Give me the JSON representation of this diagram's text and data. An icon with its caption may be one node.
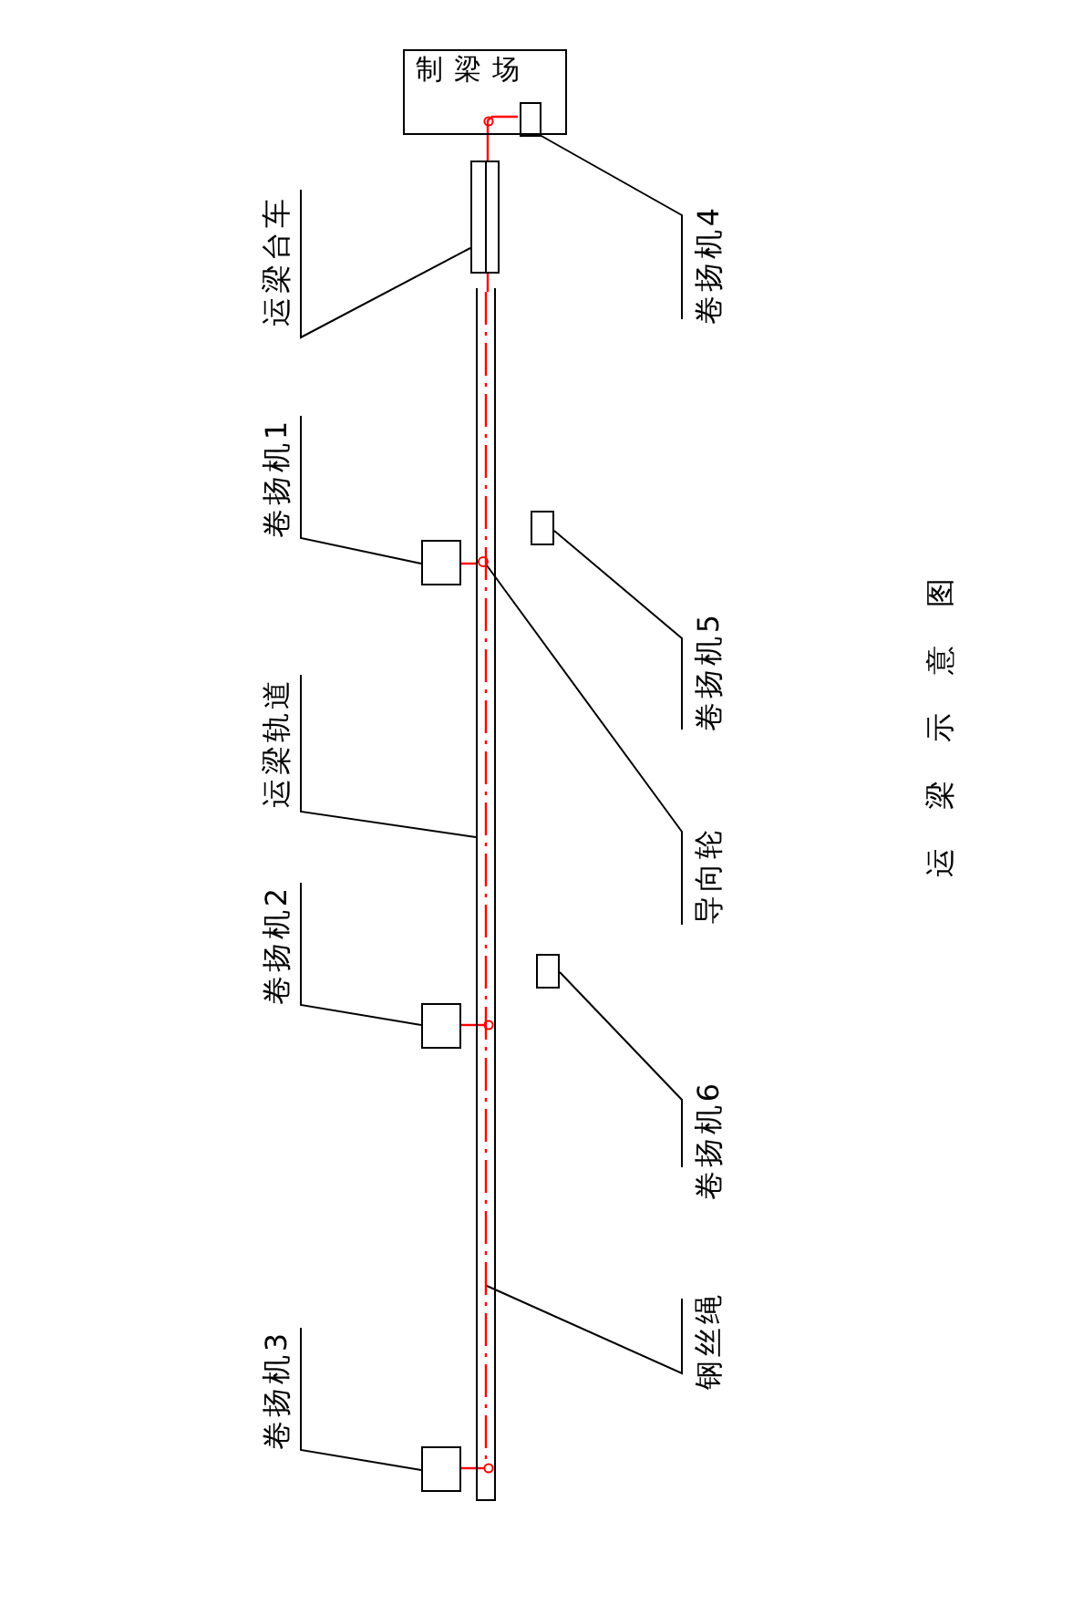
{
  "diagram": {
    "title": "运梁示意图",
    "nodes": [
      {
        "text": [
          "制梁场"
        ]
      },
      {
        "text": [],
        "shape": "box",
        "in": 0
      },
      {
        "text": [
          "卷扬机4"
        ]
      },
      {
        "text": [
          "运梁台车"
        ]
      },
      {
        "text": [],
        "shape": "box"
      },
      {
        "text": [
          "卷扬机1"
        ]
      },
      {
        "text": [],
        "shape": "box"
      },
      {
        "text": [
          "卷扬机5"
        ]
      },
      {
        "text": [],
        "shape": "box"
      },
      {
        "text": [
          "运梁轨道"
        ]
      },
      {
        "text": [],
        "shape": "bar"
      },
      {
        "text": [
          "导向轮"
        ]
      },
      {
        "text": [],
        "shape": "circle",
        "in": 10
      },
      {
        "text": [
          "卷扬机2"
        ]
      },
      {
        "text": [],
        "shape": "box"
      },
      {
        "text": [
          "卷扬机6"
        ]
      },
      {
        "text": [],
        "shape": "box"
      },
      {
        "text": [
          "钢丝绳"
        ]
      },
      {
        "text": [],
        "shape": "line",
        "in": 10
      },
      {
        "text": [
          "卷扬机3"
        ]
      },
      {
        "text": [],
        "shape": "box"
      }
    ],
    "edges": [
      {
        "from": 2,
        "to": 1,
        "arrow": "none"
      },
      {
        "from": 3,
        "to": 4,
        "arrow": "none"
      },
      {
        "from": 5,
        "to": 6,
        "arrow": "none"
      },
      {
        "from": 7,
        "to": 8,
        "arrow": "none"
      },
      {
        "from": 9,
        "to": 10,
        "arrow": "none"
      },
      {
        "from": 11,
        "to": 12,
        "arrow": "none"
      },
      {
        "from": 13,
        "to": 14,
        "arrow": "none"
      },
      {
        "from": 15,
        "to": 16,
        "arrow": "none"
      },
      {
        "from": 17,
        "to": 18,
        "arrow": "none"
      },
      {
        "from": 19,
        "to": 20,
        "arrow": "none"
      },
      {
        "from": 1,
        "to": 4,
        "arrow": "none",
        "color": "#ff0000"
      },
      {
        "from": 6,
        "to": 12,
        "arrow": "none",
        "color": "#ff0000"
      },
      {
        "from": 14,
        "to": 18,
        "arrow": "other",
        "color": "#ff0000"
      },
      {
        "from": 20,
        "to": 18,
        "arrow": "other",
        "color": "#ff0000"
      },
      {
        "from": 4,
        "to": 18,
        "arrow": "none",
        "color": "#ff0000"
      }
    ]
  }
}
